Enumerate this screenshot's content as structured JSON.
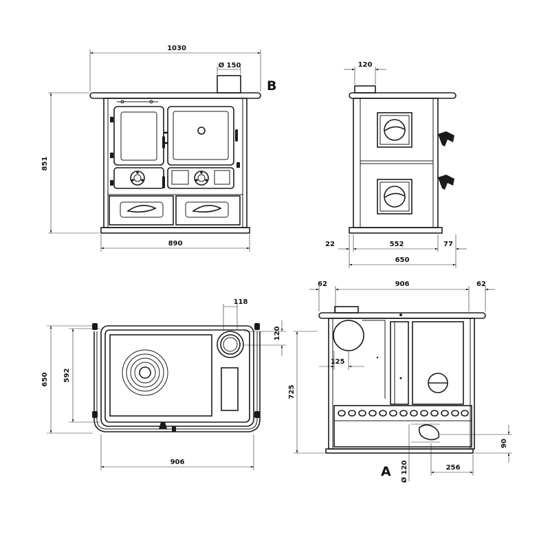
{
  "labels": {
    "b": "B",
    "a": "A"
  },
  "front_view": {
    "width_top": "1030",
    "flue_diameter": "Ø 150",
    "height": "851",
    "width_bottom": "890"
  },
  "side_view": {
    "flue_offset": "120",
    "left_overhang": "22",
    "body_depth": "552",
    "right_overhang": "77",
    "total_depth": "650"
  },
  "top_view": {
    "flue_width": "118",
    "flue_depth": "120",
    "total_depth": "650",
    "inner_depth": "592",
    "width": "906"
  },
  "rear_view": {
    "left_rail": "62",
    "width": "906",
    "right_rail": "62",
    "flue_offset": "125",
    "height": "725",
    "air_inlet_height": "90",
    "air_inlet_diameter": "Ø 120",
    "air_inlet_offset": "256"
  }
}
